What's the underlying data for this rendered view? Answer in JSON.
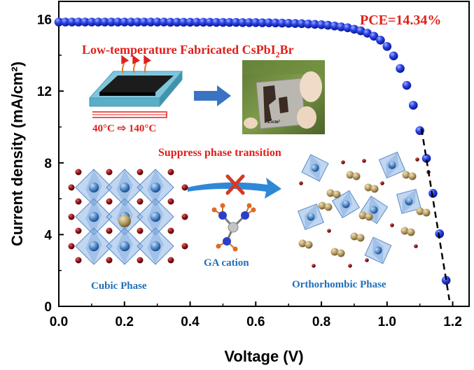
{
  "chart_data": {
    "type": "scatter",
    "title": "",
    "xlabel": "Voltage (V)",
    "ylabel": "Current density (mA/cm²)",
    "xlim": [
      0.0,
      1.25
    ],
    "ylim": [
      0,
      17
    ],
    "xticks": [
      "0.0",
      "0.2",
      "0.4",
      "0.6",
      "0.8",
      "1.0",
      "1.2"
    ],
    "yticks": [
      "0",
      "4",
      "8",
      "12",
      "16"
    ],
    "grid": false,
    "legend": "none",
    "series": [
      {
        "marker": "sphere",
        "color": "#1626c8",
        "x": [
          0.0,
          0.02,
          0.04,
          0.06,
          0.08,
          0.1,
          0.12,
          0.14,
          0.16,
          0.18,
          0.2,
          0.22,
          0.24,
          0.26,
          0.28,
          0.3,
          0.32,
          0.34,
          0.36,
          0.38,
          0.4,
          0.42,
          0.44,
          0.46,
          0.48,
          0.5,
          0.52,
          0.54,
          0.56,
          0.58,
          0.6,
          0.62,
          0.64,
          0.66,
          0.68,
          0.7,
          0.72,
          0.74,
          0.76,
          0.78,
          0.8,
          0.82,
          0.84,
          0.86,
          0.88,
          0.9,
          0.92,
          0.94,
          0.96,
          0.98,
          1.0,
          1.02,
          1.04,
          1.06,
          1.08,
          1.1,
          1.12,
          1.14,
          1.16,
          1.18
        ],
        "y": [
          15.85,
          15.85,
          15.85,
          15.85,
          15.85,
          15.85,
          15.85,
          15.85,
          15.85,
          15.85,
          15.85,
          15.85,
          15.85,
          15.85,
          15.85,
          15.85,
          15.85,
          15.84,
          15.84,
          15.84,
          15.84,
          15.84,
          15.84,
          15.84,
          15.83,
          15.83,
          15.83,
          15.83,
          15.82,
          15.82,
          15.82,
          15.81,
          15.81,
          15.8,
          15.79,
          15.78,
          15.77,
          15.76,
          15.74,
          15.72,
          15.7,
          15.67,
          15.63,
          15.58,
          15.53,
          15.45,
          15.36,
          15.23,
          15.06,
          14.84,
          14.49,
          13.96,
          13.26,
          12.32,
          11.21,
          9.8,
          8.25,
          6.3,
          4.05,
          1.45
        ]
      }
    ],
    "fit_line": {
      "style": "dashed",
      "x": [
        1.105,
        1.19
      ],
      "y": [
        9.9,
        0.35
      ]
    },
    "annotations": {
      "pce": "PCE=14.34%",
      "fabricated": "Low-temperature Fabricated CsPbI",
      "fabricated_sub": "2",
      "fabricated_tail": "Br",
      "temperature": "40°C ⇨ 140°C",
      "area": "25cm²",
      "suppress": "Suppress phase transition",
      "ga": "GA cation",
      "cubic": "Cubic Phase",
      "ortho": "Orthorhombic Phase"
    }
  }
}
